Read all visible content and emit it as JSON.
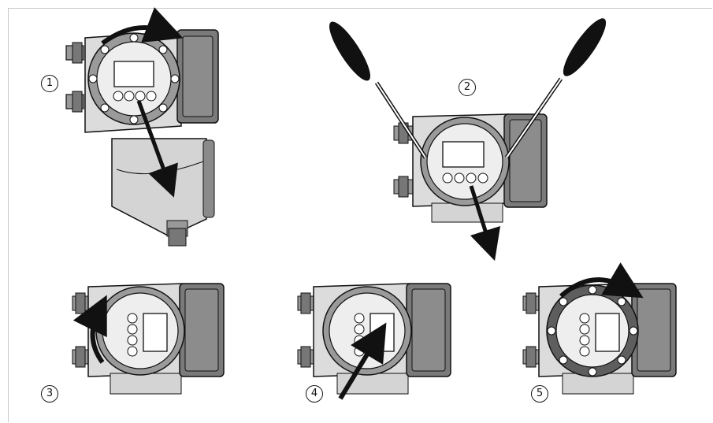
{
  "steps": [
    {
      "label": "1"
    },
    {
      "label": "2"
    },
    {
      "label": "3"
    },
    {
      "label": "4"
    },
    {
      "label": "5"
    }
  ],
  "colors": {
    "housing": "#dcdcdc",
    "housing_shade": "#b5b5b5",
    "cover_dark": "#7a7a7a",
    "ring_gray": "#9a9a9a",
    "ring_dark": "#5e5e5e",
    "line": "#111111",
    "frame": "#c8c8c8"
  }
}
